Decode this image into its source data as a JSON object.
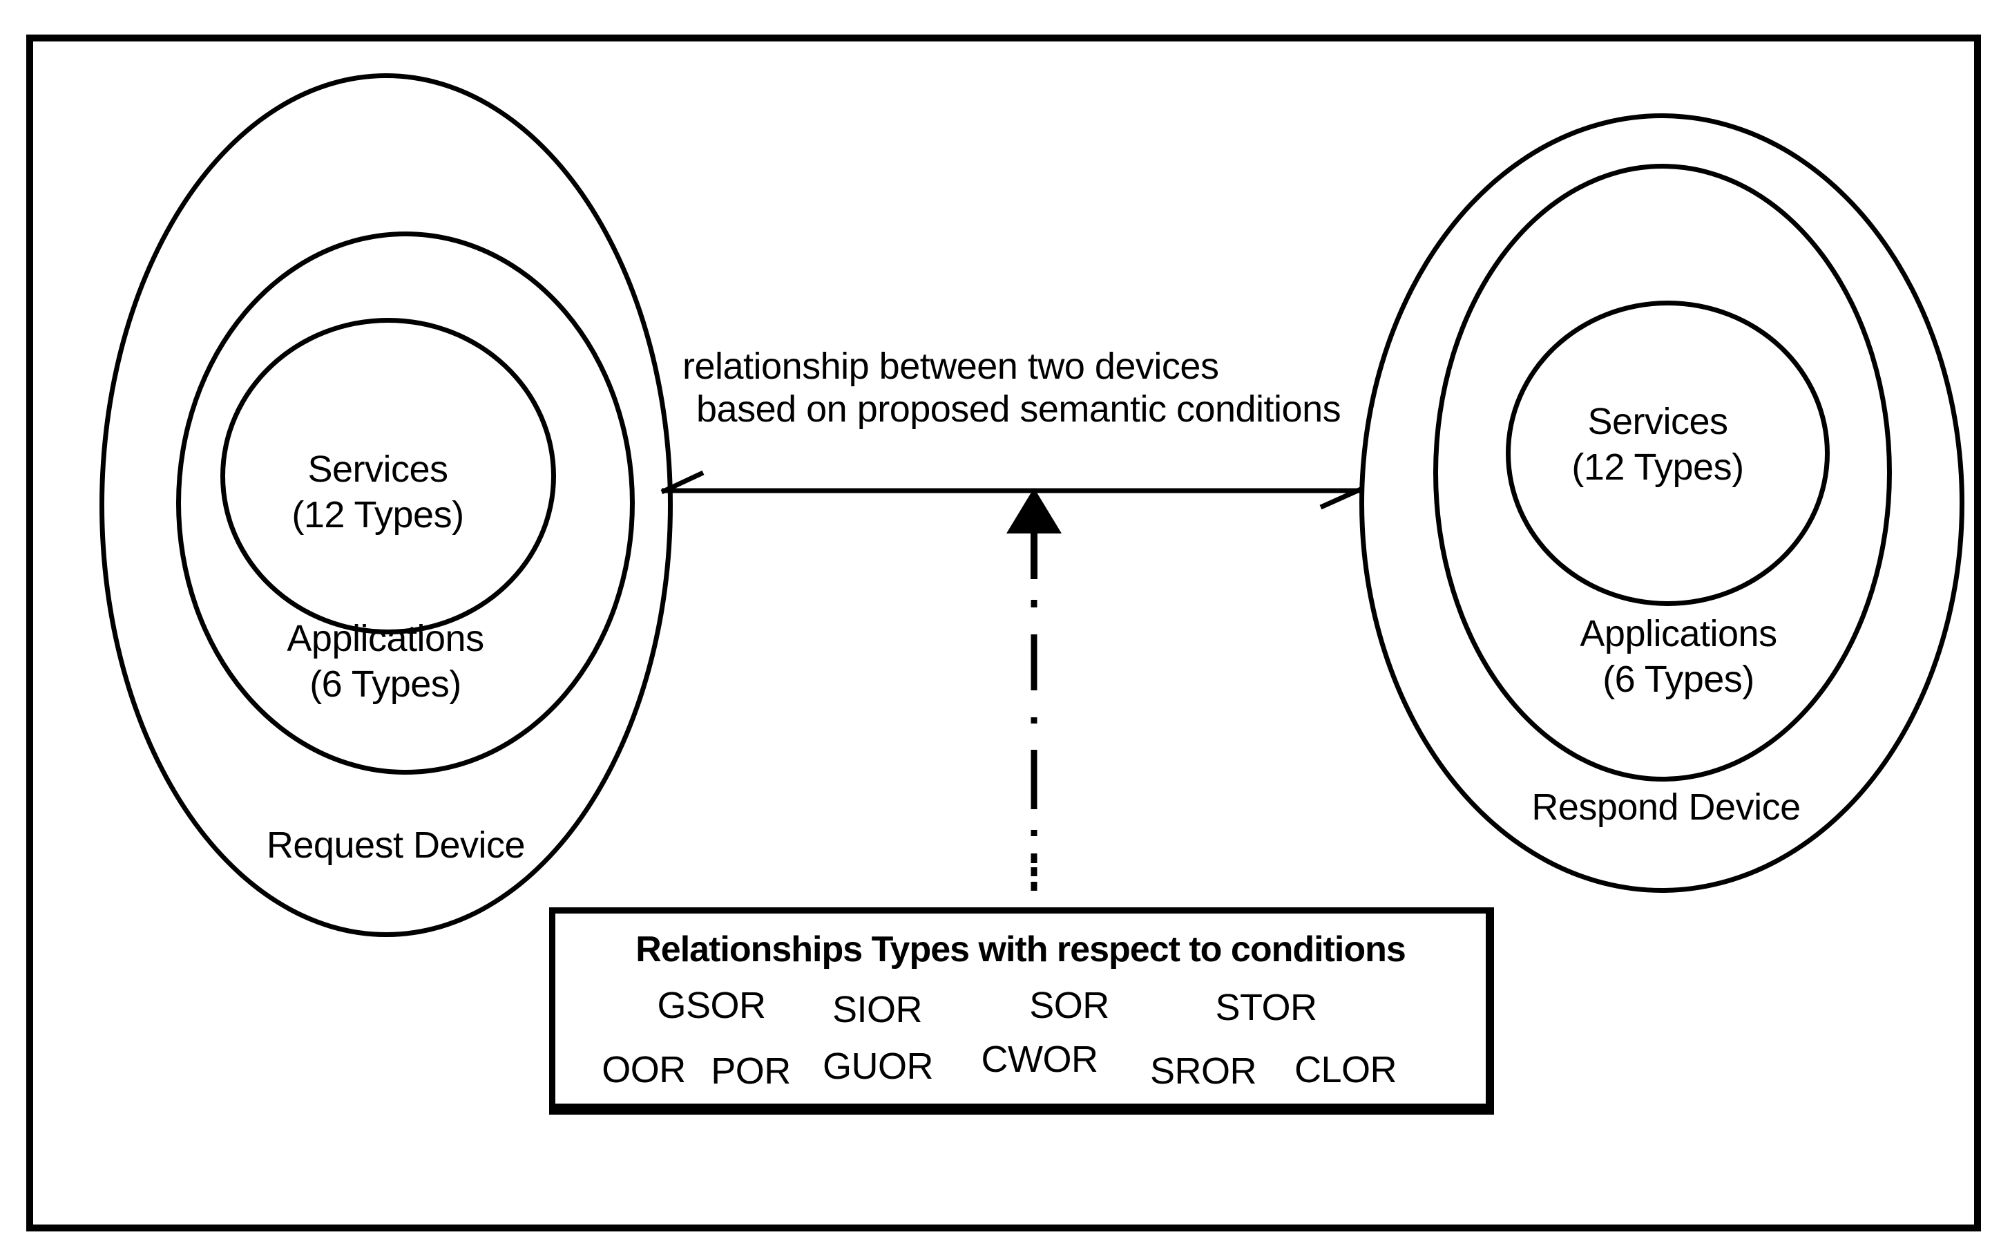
{
  "diagram": {
    "colors": {
      "ink": "#000000",
      "background": "#ffffff"
    },
    "left_device": {
      "services_line1": "Services",
      "services_line2": "(12 Types)",
      "applications_line1": "Applications",
      "applications_line2": "(6 Types)",
      "device_label": "Request Device"
    },
    "right_device": {
      "services_line1": "Services",
      "services_line2": "(12 Types)",
      "applications_line1": "Applications",
      "applications_line2": "(6 Types)",
      "device_label": "Respond Device"
    },
    "relationship_arrow": {
      "caption_line1": "relationship between two devices",
      "caption_line2": "based on proposed semantic conditions"
    },
    "relationship_box": {
      "title": "Relationships Types with respect to conditions",
      "acronyms_row1": [
        "GSOR",
        "SIOR",
        "SOR",
        "STOR"
      ],
      "acronyms_row2": [
        "OOR",
        "POR",
        "GUOR",
        "CWOR",
        "SROR",
        "CLOR"
      ]
    }
  }
}
